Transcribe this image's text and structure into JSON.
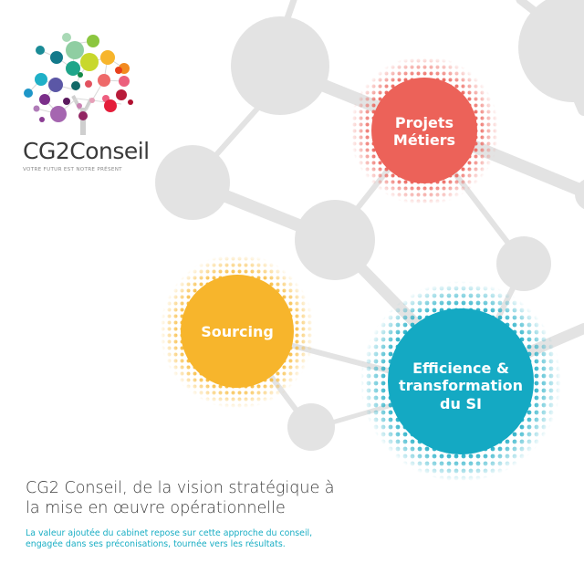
{
  "brand": {
    "name": "CG2Conseil",
    "tagline": "VOTRE FUTUR EST NOTRE PRÉSENT"
  },
  "nodes": [
    {
      "id": "projets",
      "line1": "Projets",
      "line2": "Métiers",
      "color": "#ec6259"
    },
    {
      "id": "sourcing",
      "line1": "Sourcing",
      "color": "#f7b52c"
    },
    {
      "id": "efficience",
      "line1": "Efficience &",
      "line2": "transformation",
      "line3": "du SI",
      "color": "#14a9c3"
    }
  ],
  "footer": {
    "headline_line1": "CG2 Conseil, de la vision stratégique à",
    "headline_line2": "la mise en œuvre opérationnelle",
    "sub_line1": "La valeur ajoutée du cabinet repose sur cette approche du conseil,",
    "sub_line2": "engagée dans ses préconisations, tournée vers les résultats."
  },
  "colors": {
    "network_grey": "#e3e3e3",
    "headline": "#3c3c3c",
    "subline": "#1aaec4"
  }
}
